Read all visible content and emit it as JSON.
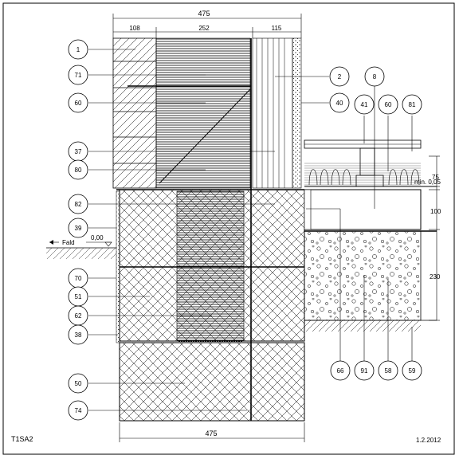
{
  "drawing": {
    "title": "T1SA2",
    "date": "1.2.2012",
    "dimensions": {
      "top_total": "475",
      "top_left": "108",
      "top_mid": "252",
      "top_right": "115",
      "bottom_total": "475",
      "right_75": "75",
      "right_100": "100",
      "right_230": "230",
      "min_gap": "min. 0,05"
    },
    "ground": {
      "label": "Fald",
      "level": "0,00"
    },
    "left_callouts": [
      "1",
      "71",
      "60",
      "37",
      "80",
      "82",
      "39",
      "70",
      "51",
      "62",
      "38",
      "50",
      "74"
    ],
    "right_callouts": [
      "2",
      "40"
    ],
    "top_right_callouts": [
      "8",
      "41",
      "60",
      "81"
    ],
    "bottom_right_callouts": [
      "66",
      "91",
      "58",
      "59"
    ]
  }
}
